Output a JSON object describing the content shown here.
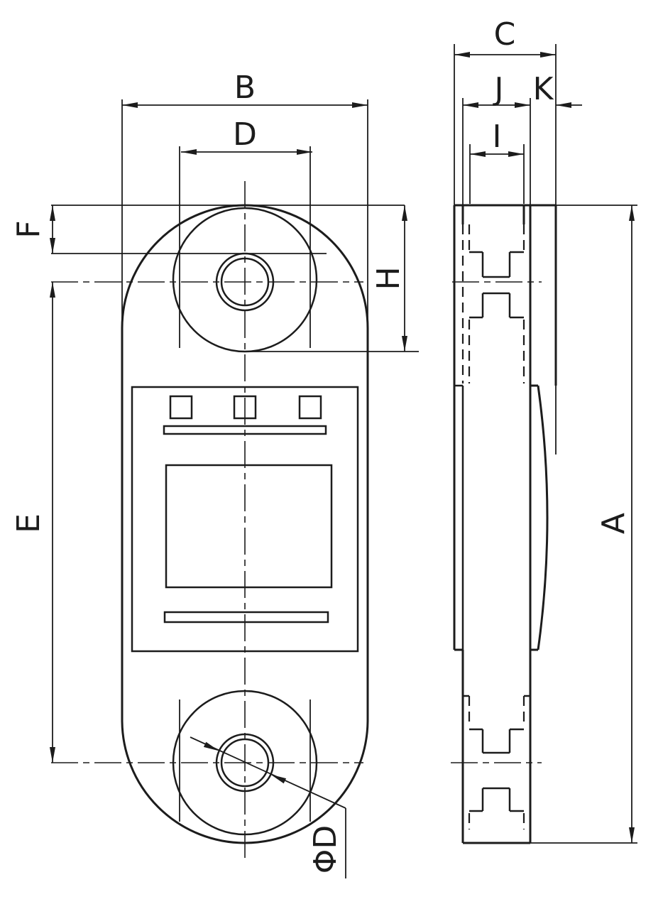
{
  "colors": {
    "line": "#1c1c1c",
    "background": "#ffffff"
  },
  "labels": {
    "a": "A",
    "b": "B",
    "c": "C",
    "d": "D",
    "e": "E",
    "f": "F",
    "h": "H",
    "i": "I",
    "j": "J",
    "k": "K",
    "phi_d": "ΦD"
  }
}
